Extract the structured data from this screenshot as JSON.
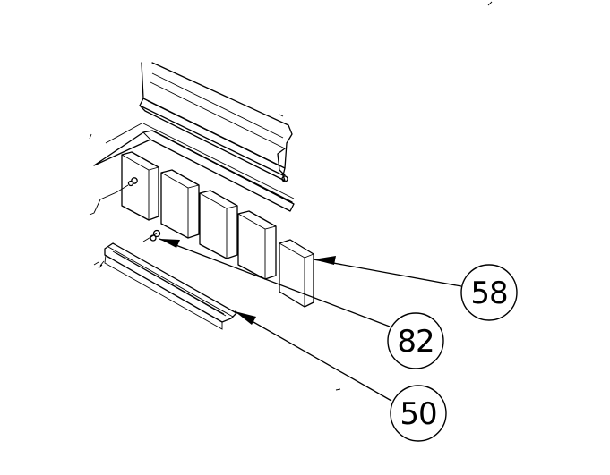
{
  "callouts": [
    {
      "id": "c58",
      "label": "58",
      "part": "block"
    },
    {
      "id": "c82",
      "label": "82",
      "part": "fastener"
    },
    {
      "id": "c50",
      "label": "50",
      "part": "front-rail"
    }
  ]
}
